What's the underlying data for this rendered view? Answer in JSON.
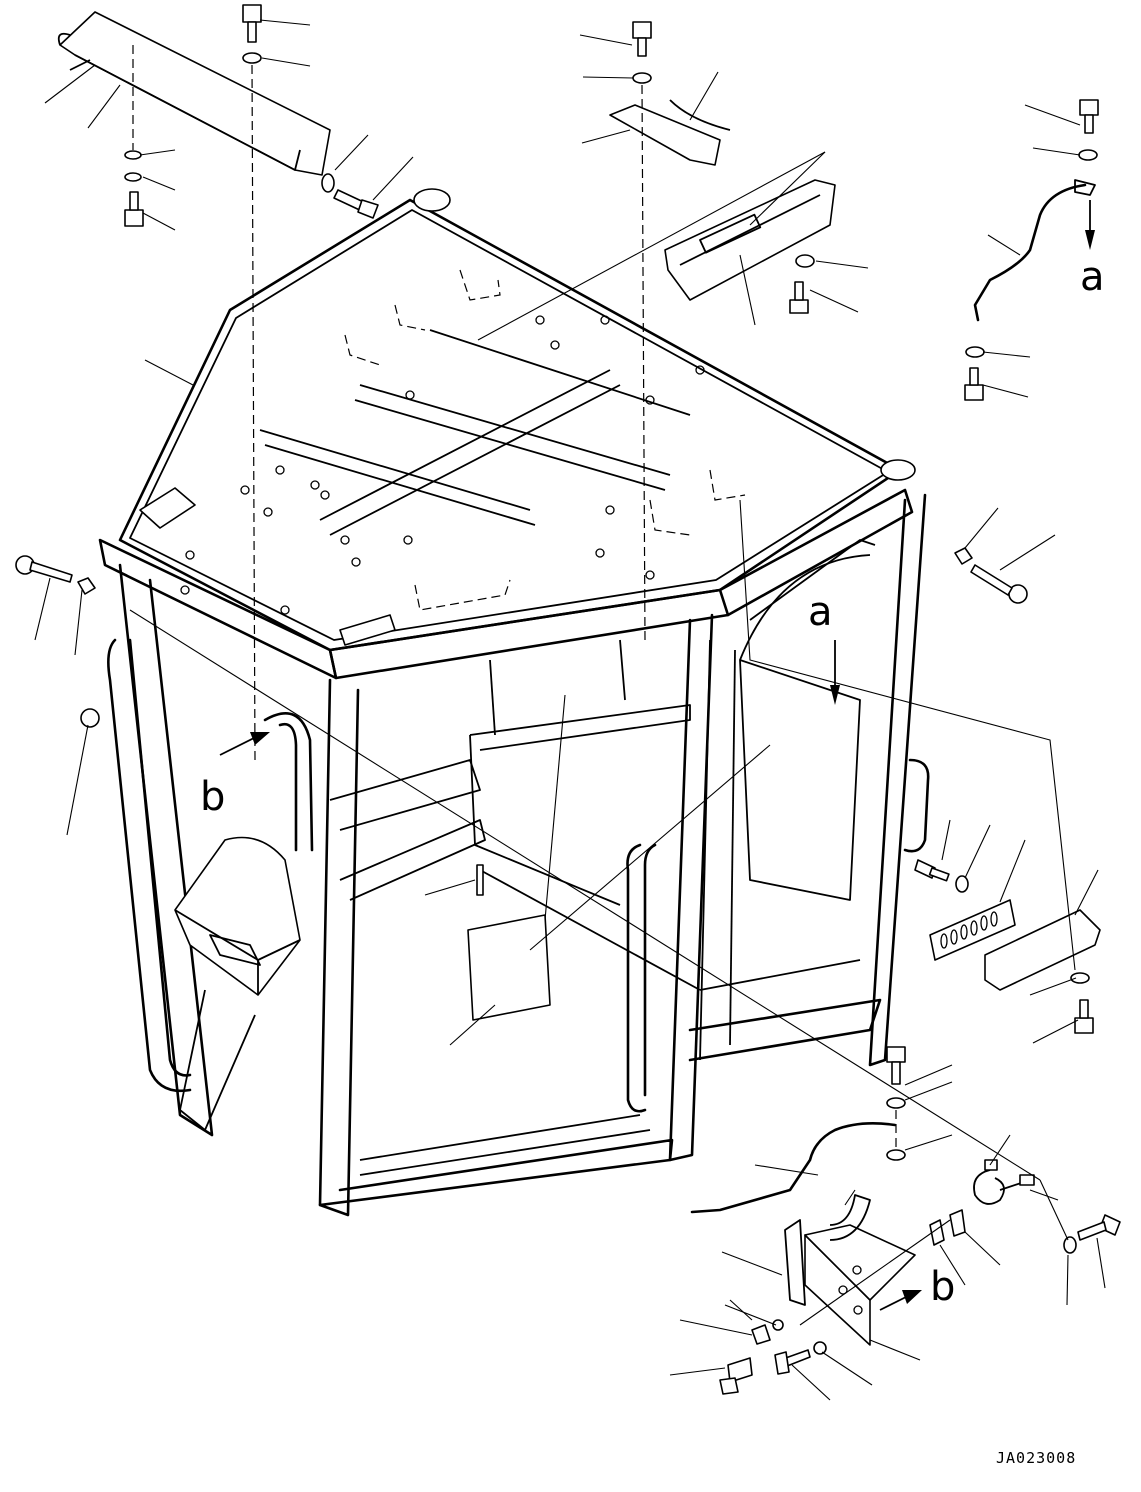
{
  "drawing_code": "JA023008",
  "view_markers": [
    {
      "id": "a-top",
      "letter": "a"
    },
    {
      "id": "a-mid",
      "letter": "a"
    },
    {
      "id": "b-left",
      "letter": "b"
    },
    {
      "id": "b-right",
      "letter": "b"
    }
  ],
  "colors": {
    "line": "#000000",
    "background": "#ffffff"
  }
}
